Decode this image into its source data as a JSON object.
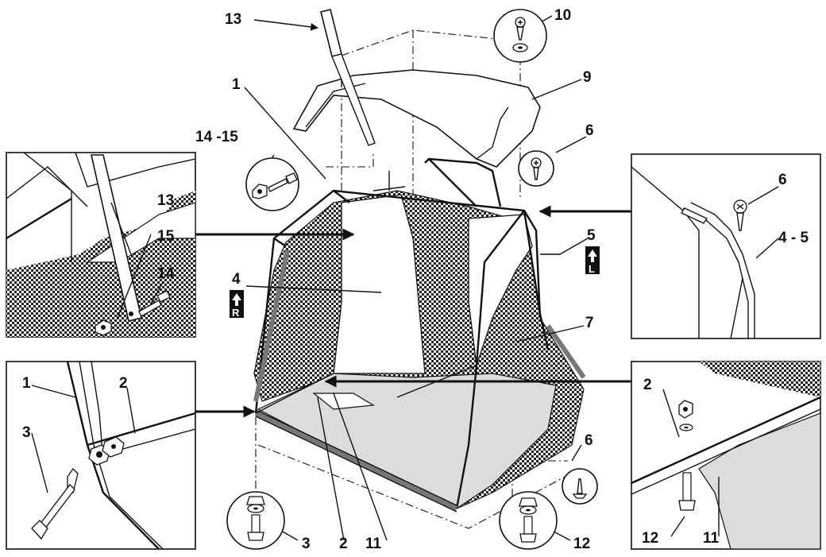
{
  "callouts": {
    "c1": "1",
    "c2": "2",
    "c3": "3",
    "c4": "4",
    "c5": "5",
    "c6": "6",
    "c7": "7",
    "c9": "9",
    "c10": "10",
    "c11": "11",
    "c12": "12",
    "c13": "13",
    "c14": "14",
    "c15": "15",
    "c14_15": "14 -15",
    "c4_5": "4 - 5"
  },
  "badges": {
    "right": "R",
    "left": "L"
  },
  "colors": {
    "line": "#111111",
    "bag_bottom": "#dcdcdc",
    "mesh_dark": "#222222"
  }
}
